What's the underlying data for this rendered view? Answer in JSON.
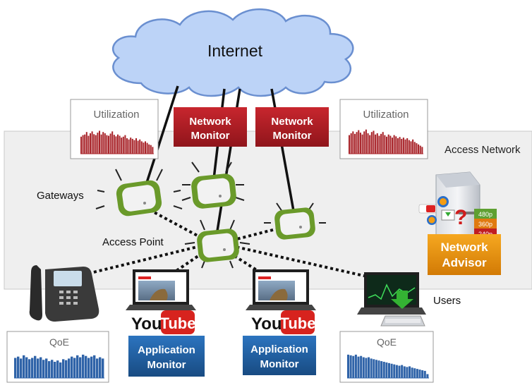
{
  "internet": {
    "label": "Internet"
  },
  "access_network": {
    "label": "Access Network"
  },
  "labels": {
    "gateways": "Gateways",
    "access_point": "Access Point",
    "users": "Users"
  },
  "utilization_panels": [
    {
      "title": "Utilization",
      "bars": [
        0.55,
        0.6,
        0.62,
        0.7,
        0.58,
        0.66,
        0.72,
        0.63,
        0.6,
        0.68,
        0.74,
        0.62,
        0.7,
        0.66,
        0.6,
        0.58,
        0.65,
        0.72,
        0.61,
        0.56,
        0.62,
        0.58,
        0.52,
        0.55,
        0.6,
        0.5,
        0.46,
        0.52,
        0.48,
        0.44,
        0.5,
        0.42,
        0.46,
        0.4,
        0.36,
        0.4,
        0.35,
        0.3,
        0.28,
        0.22
      ]
    },
    {
      "title": "Utilization",
      "bars": [
        0.6,
        0.66,
        0.72,
        0.64,
        0.7,
        0.76,
        0.68,
        0.62,
        0.72,
        0.78,
        0.66,
        0.6,
        0.7,
        0.74,
        0.62,
        0.66,
        0.58,
        0.64,
        0.7,
        0.6,
        0.55,
        0.62,
        0.58,
        0.52,
        0.6,
        0.56,
        0.5,
        0.54,
        0.48,
        0.52,
        0.46,
        0.5,
        0.44,
        0.4,
        0.46,
        0.38,
        0.34,
        0.3,
        0.26,
        0.22
      ]
    }
  ],
  "network_monitors": [
    {
      "line1": "Network",
      "line2": "Monitor"
    },
    {
      "line1": "Network",
      "line2": "Monitor"
    }
  ],
  "application_monitors": [
    {
      "line1": "Application",
      "line2": "Monitor"
    },
    {
      "line1": "Application",
      "line2": "Monitor"
    }
  ],
  "network_advisor": {
    "line1": "Network",
    "line2": "Advisor",
    "resolutions": [
      "480p",
      "360p",
      "240p"
    ]
  },
  "youtube_logo": {
    "you": "You",
    "tube": "Tube"
  },
  "qoe_panels": [
    {
      "title": "QoE",
      "bars": [
        0.62,
        0.66,
        0.6,
        0.7,
        0.64,
        0.58,
        0.62,
        0.68,
        0.6,
        0.64,
        0.56,
        0.6,
        0.52,
        0.56,
        0.5,
        0.54,
        0.48,
        0.58,
        0.55,
        0.6,
        0.66,
        0.62,
        0.7,
        0.64,
        0.72,
        0.68,
        0.62,
        0.66,
        0.7,
        0.6,
        0.64,
        0.6
      ]
    },
    {
      "title": "QoE",
      "bars": [
        0.72,
        0.7,
        0.68,
        0.72,
        0.66,
        0.68,
        0.64,
        0.62,
        0.64,
        0.6,
        0.58,
        0.56,
        0.54,
        0.52,
        0.5,
        0.48,
        0.46,
        0.44,
        0.42,
        0.4,
        0.38,
        0.4,
        0.36,
        0.34,
        0.36,
        0.32,
        0.3,
        0.28,
        0.26,
        0.24,
        0.22,
        0.12
      ]
    }
  ],
  "colors": {
    "monitor_red": "#b21d24",
    "monitor_blue": "#1f5f9e",
    "advisor_orange": "#e58e0a",
    "chart_red": "#a82329",
    "chart_blue": "#2f63a8",
    "cloud_fill": "#bcd3f7",
    "access_network_bg": "#efefef",
    "ap_green": "#6a9a2a"
  }
}
